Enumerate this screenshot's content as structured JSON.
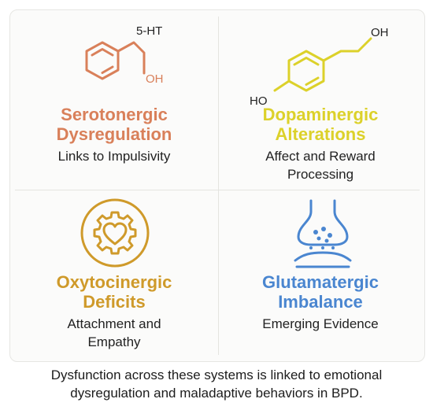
{
  "cards": [
    {
      "title_line1": "Serotonergic",
      "title_line2": "Dysregulation",
      "subtitle_line1": "Links to Impulsivity",
      "subtitle_line2": "",
      "color": "#d9805a",
      "icon": "benzene-ethanol-molecule-icon",
      "chem_label_top": "5-HT",
      "chem_label_oh": "OH"
    },
    {
      "title_line1": "Dopaminergic",
      "title_line2": "Alterations",
      "subtitle_line1": "Affect and Reward",
      "subtitle_line2": "Processing",
      "color": "#dcd12a",
      "icon": "phenol-ethanol-molecule-icon",
      "chem_label_oh": "OH",
      "chem_label_ho": "HO"
    },
    {
      "title_line1": "Oxytocinergic",
      "title_line2": "Deficits",
      "subtitle_line1": "Attachment and",
      "subtitle_line2": "Empathy",
      "color": "#cf9a2a",
      "icon": "gear-heart-icon"
    },
    {
      "title_line1": "Glutamatergic",
      "title_line2": "Imbalance",
      "subtitle_line1": "Emerging Evidence",
      "subtitle_line2": "",
      "color": "#4a86d0",
      "icon": "synapse-icon"
    }
  ],
  "footer": {
    "line1": "Dysfunction across these systems is linked to emotional",
    "line2": "dysregulation and maladaptive behaviors in BPD."
  }
}
